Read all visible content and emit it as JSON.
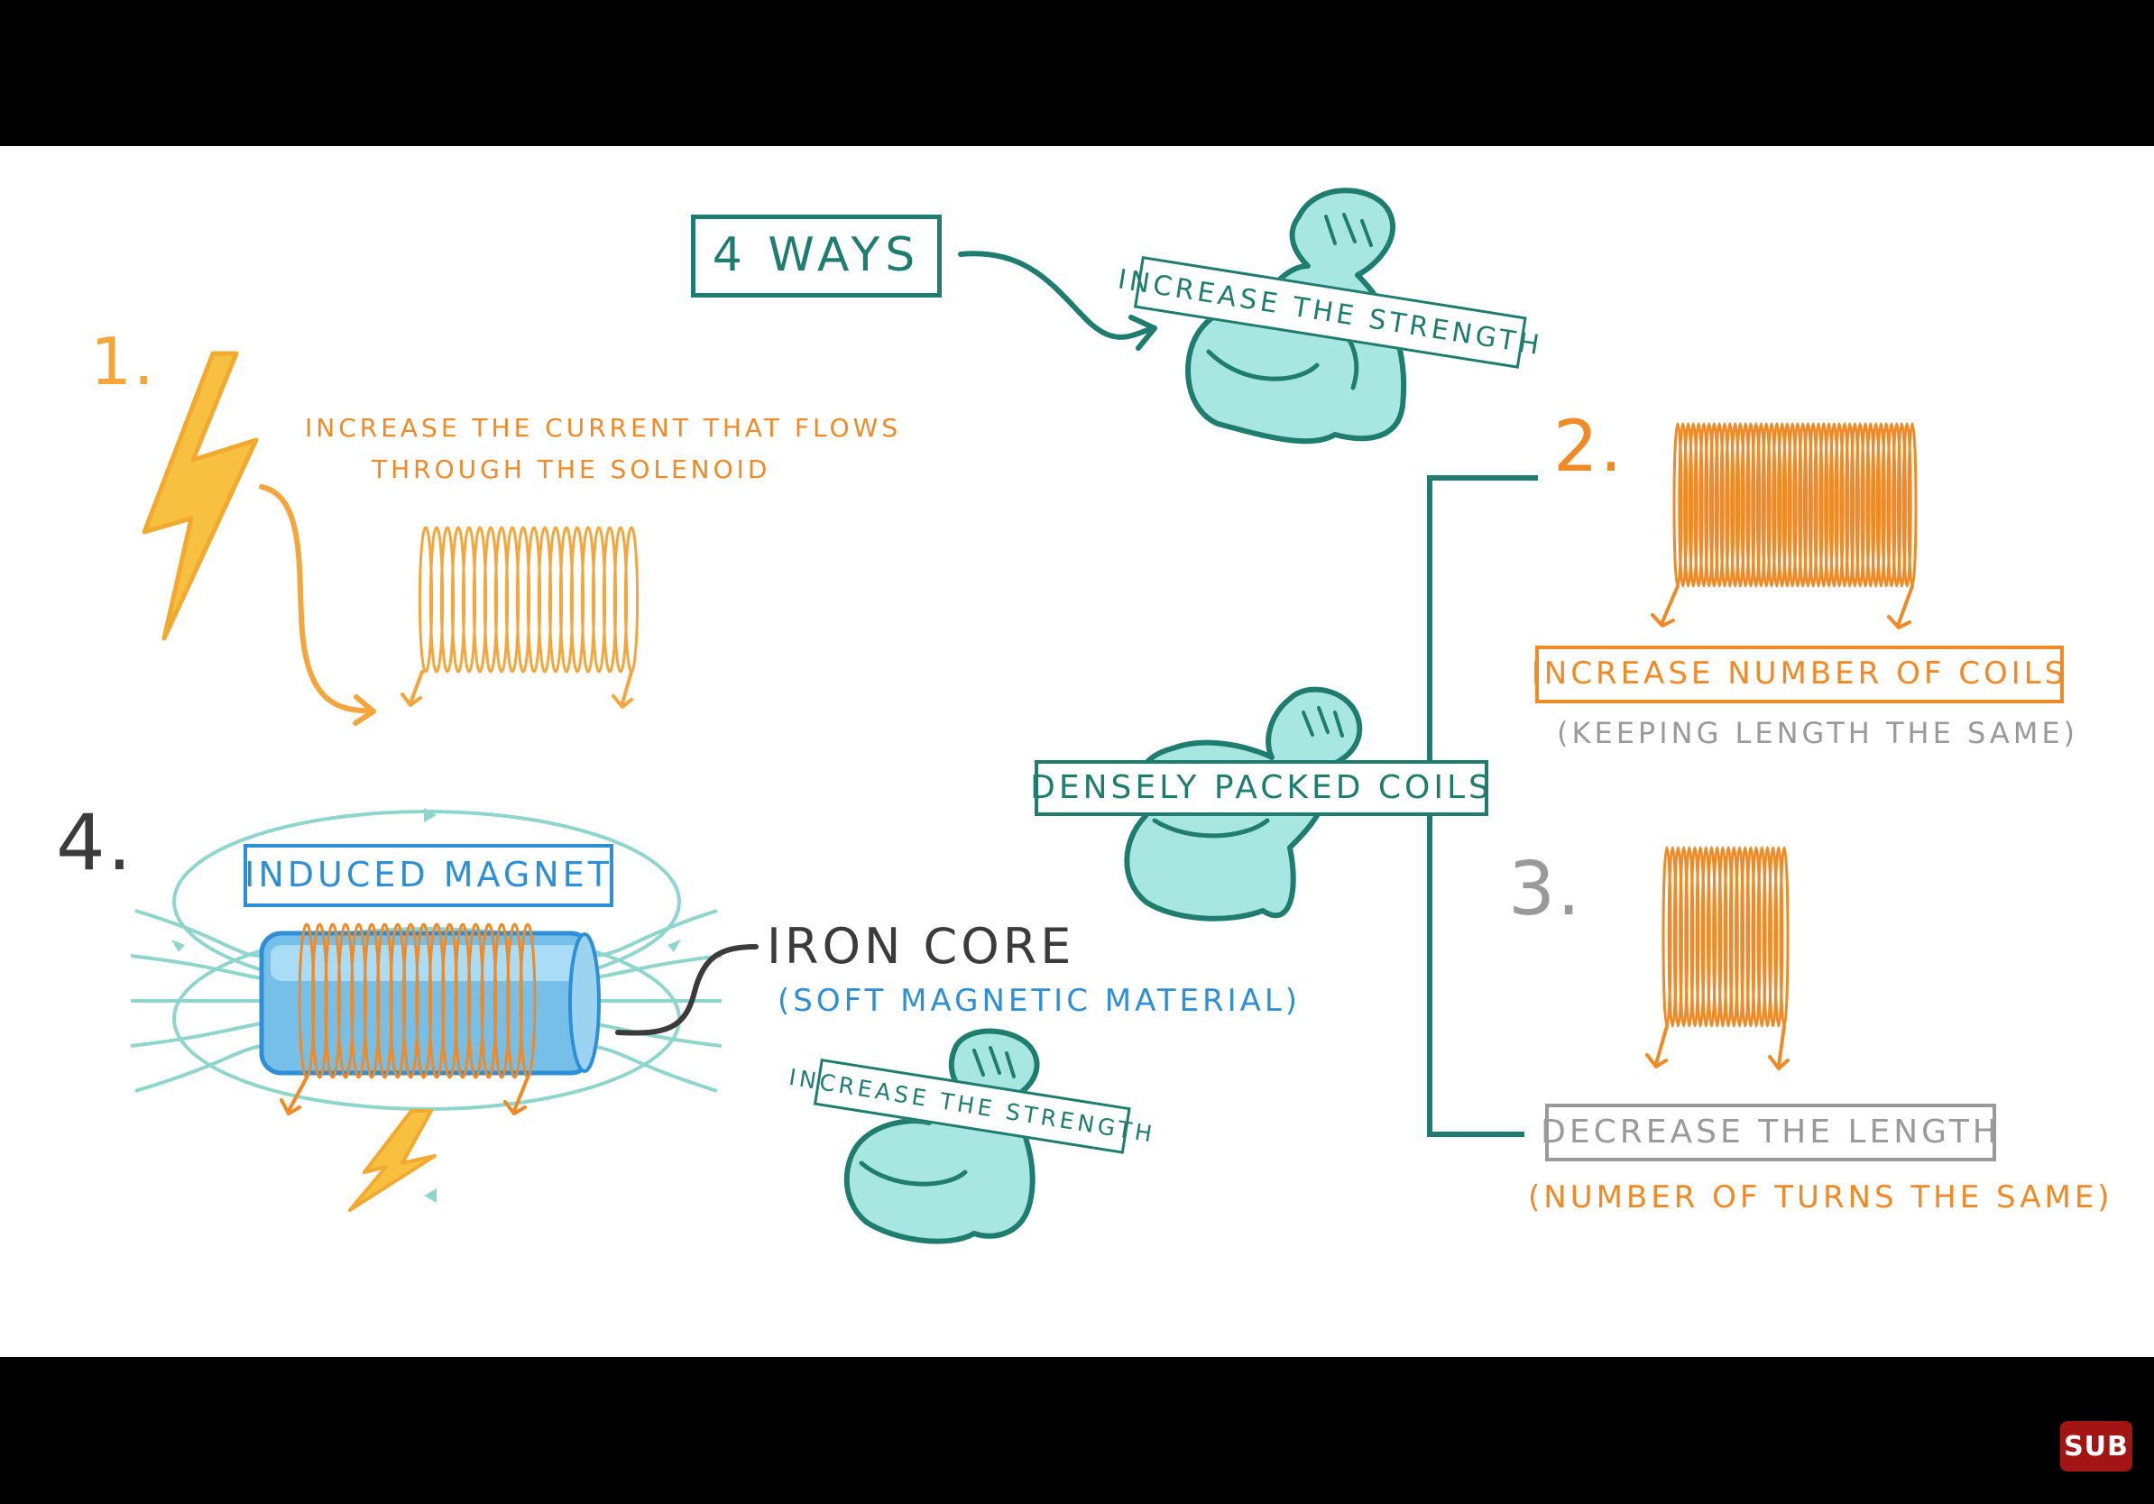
{
  "header": {
    "four_ways": "4 WAYS"
  },
  "strength_tag_top": "Increase the Strength",
  "method_1": {
    "number": "1.",
    "text_line1": "Increase the Current that flows",
    "text_line2": "through the Solenoid"
  },
  "method_2": {
    "number": "2.",
    "label": "Increase number of Coils",
    "note": "(Keeping Length the Same)"
  },
  "method_3": {
    "number": "3.",
    "label": "Decrease the Length",
    "note": "(Number of turns the Same)"
  },
  "method_4": {
    "number": "4.",
    "induced_label": "Induced magnet",
    "iron_core": "Iron Core",
    "iron_core_note": "(Soft magnetic material)",
    "strength_tag": "Increase the Strength"
  },
  "densely_packed": "Densely Packed Coils",
  "player": {
    "sub_badge": "SUB"
  },
  "colors": {
    "teal": "#1f7d70",
    "orange": "#f08a26",
    "blue": "#2f8fd6",
    "grey": "#9a9a9a",
    "muscle_fill": "#a8e6e2",
    "letterbox": "#000000",
    "sub_badge": "#a31515"
  },
  "icons": [
    "lightning-bolt-icon",
    "flexed-arm-icon",
    "coil-icon",
    "curved-arrow-icon",
    "field-lines-icon"
  ]
}
